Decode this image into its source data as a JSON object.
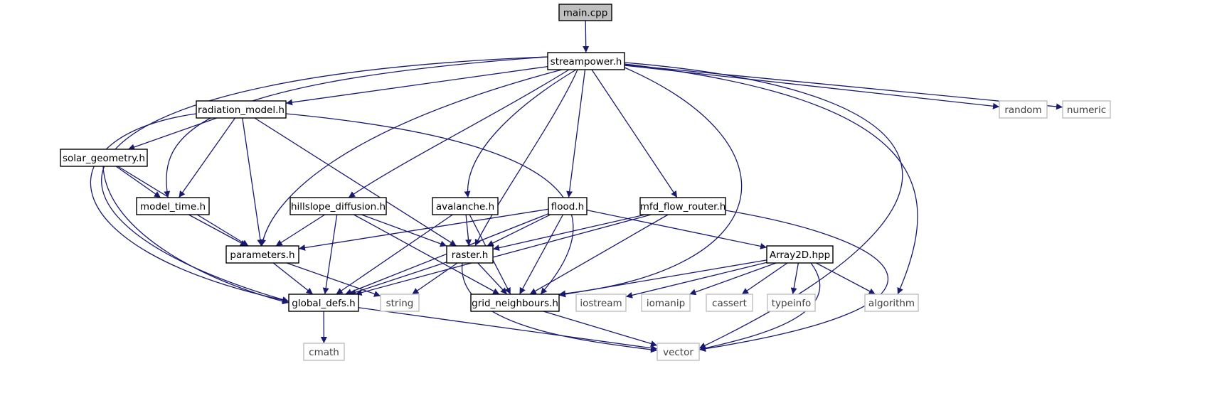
{
  "colors": {
    "edge": "#191970",
    "node_border": "#000000",
    "node_fill": "#ffffff",
    "root_fill": "#bfbfbf",
    "system_border": "#bfbfbf",
    "system_text": "#404040",
    "text": "#000000"
  },
  "nodes": [
    {
      "id": "main_cpp",
      "label": "main.cpp",
      "kind": "root"
    },
    {
      "id": "streampower_h",
      "label": "streampower.h",
      "kind": "file"
    },
    {
      "id": "radiation_model_h",
      "label": "radiation_model.h",
      "kind": "file"
    },
    {
      "id": "random",
      "label": "random",
      "kind": "system"
    },
    {
      "id": "numeric",
      "label": "numeric",
      "kind": "system"
    },
    {
      "id": "solar_geometry_h",
      "label": "solar_geometry.h",
      "kind": "file"
    },
    {
      "id": "model_time_h",
      "label": "model_time.h",
      "kind": "file"
    },
    {
      "id": "hillslope_diffusion_h",
      "label": "hillslope_diffusion.h",
      "kind": "file"
    },
    {
      "id": "avalanche_h",
      "label": "avalanche.h",
      "kind": "file"
    },
    {
      "id": "flood_h",
      "label": "flood.h",
      "kind": "file"
    },
    {
      "id": "mfd_flow_router_h",
      "label": "mfd_flow_router.h",
      "kind": "file"
    },
    {
      "id": "parameters_h",
      "label": "parameters.h",
      "kind": "file"
    },
    {
      "id": "raster_h",
      "label": "raster.h",
      "kind": "file"
    },
    {
      "id": "Array2D_hpp",
      "label": "Array2D.hpp",
      "kind": "file"
    },
    {
      "id": "global_defs_h",
      "label": "global_defs.h",
      "kind": "file"
    },
    {
      "id": "string",
      "label": "string",
      "kind": "system"
    },
    {
      "id": "grid_neighbours_h",
      "label": "grid_neighbours.h",
      "kind": "file"
    },
    {
      "id": "iostream",
      "label": "iostream",
      "kind": "system"
    },
    {
      "id": "iomanip",
      "label": "iomanip",
      "kind": "system"
    },
    {
      "id": "cassert",
      "label": "cassert",
      "kind": "system"
    },
    {
      "id": "typeinfo",
      "label": "typeinfo",
      "kind": "system"
    },
    {
      "id": "algorithm",
      "label": "algorithm",
      "kind": "system"
    },
    {
      "id": "cmath",
      "label": "cmath",
      "kind": "system"
    },
    {
      "id": "vector",
      "label": "vector",
      "kind": "system"
    }
  ],
  "edges": [
    {
      "from": "main_cpp",
      "to": "streampower_h"
    },
    {
      "from": "streampower_h",
      "to": "radiation_model_h"
    },
    {
      "from": "streampower_h",
      "to": "random"
    },
    {
      "from": "streampower_h",
      "to": "numeric"
    },
    {
      "from": "streampower_h",
      "to": "model_time_h"
    },
    {
      "from": "streampower_h",
      "to": "global_defs_h"
    },
    {
      "from": "streampower_h",
      "to": "parameters_h"
    },
    {
      "from": "streampower_h",
      "to": "hillslope_diffusion_h"
    },
    {
      "from": "streampower_h",
      "to": "avalanche_h"
    },
    {
      "from": "streampower_h",
      "to": "raster_h"
    },
    {
      "from": "streampower_h",
      "to": "flood_h"
    },
    {
      "from": "streampower_h",
      "to": "mfd_flow_router_h"
    },
    {
      "from": "streampower_h",
      "to": "grid_neighbours_h"
    },
    {
      "from": "streampower_h",
      "to": "algorithm"
    },
    {
      "from": "streampower_h",
      "to": "vector"
    },
    {
      "from": "radiation_model_h",
      "to": "solar_geometry_h"
    },
    {
      "from": "radiation_model_h",
      "to": "model_time_h"
    },
    {
      "from": "radiation_model_h",
      "to": "parameters_h"
    },
    {
      "from": "radiation_model_h",
      "to": "global_defs_h"
    },
    {
      "from": "radiation_model_h",
      "to": "raster_h"
    },
    {
      "from": "radiation_model_h",
      "to": "grid_neighbours_h"
    },
    {
      "from": "solar_geometry_h",
      "to": "model_time_h"
    },
    {
      "from": "solar_geometry_h",
      "to": "parameters_h"
    },
    {
      "from": "solar_geometry_h",
      "to": "global_defs_h"
    },
    {
      "from": "model_time_h",
      "to": "parameters_h"
    },
    {
      "from": "hillslope_diffusion_h",
      "to": "parameters_h"
    },
    {
      "from": "hillslope_diffusion_h",
      "to": "global_defs_h"
    },
    {
      "from": "hillslope_diffusion_h",
      "to": "raster_h"
    },
    {
      "from": "hillslope_diffusion_h",
      "to": "grid_neighbours_h"
    },
    {
      "from": "avalanche_h",
      "to": "global_defs_h"
    },
    {
      "from": "avalanche_h",
      "to": "raster_h"
    },
    {
      "from": "avalanche_h",
      "to": "grid_neighbours_h"
    },
    {
      "from": "flood_h",
      "to": "parameters_h"
    },
    {
      "from": "flood_h",
      "to": "global_defs_h"
    },
    {
      "from": "flood_h",
      "to": "raster_h"
    },
    {
      "from": "flood_h",
      "to": "grid_neighbours_h"
    },
    {
      "from": "flood_h",
      "to": "Array2D_hpp"
    },
    {
      "from": "mfd_flow_router_h",
      "to": "raster_h"
    },
    {
      "from": "mfd_flow_router_h",
      "to": "global_defs_h"
    },
    {
      "from": "mfd_flow_router_h",
      "to": "grid_neighbours_h"
    },
    {
      "from": "mfd_flow_router_h",
      "to": "vector"
    },
    {
      "from": "parameters_h",
      "to": "global_defs_h"
    },
    {
      "from": "parameters_h",
      "to": "string"
    },
    {
      "from": "raster_h",
      "to": "global_defs_h"
    },
    {
      "from": "raster_h",
      "to": "string"
    },
    {
      "from": "raster_h",
      "to": "grid_neighbours_h"
    },
    {
      "from": "raster_h",
      "to": "vector"
    },
    {
      "from": "Array2D_hpp",
      "to": "grid_neighbours_h"
    },
    {
      "from": "Array2D_hpp",
      "to": "iostream"
    },
    {
      "from": "Array2D_hpp",
      "to": "iomanip"
    },
    {
      "from": "Array2D_hpp",
      "to": "cassert"
    },
    {
      "from": "Array2D_hpp",
      "to": "typeinfo"
    },
    {
      "from": "Array2D_hpp",
      "to": "algorithm"
    },
    {
      "from": "Array2D_hpp",
      "to": "vector"
    },
    {
      "from": "global_defs_h",
      "to": "cmath"
    },
    {
      "from": "global_defs_h",
      "to": "vector"
    },
    {
      "from": "grid_neighbours_h",
      "to": "vector"
    }
  ]
}
